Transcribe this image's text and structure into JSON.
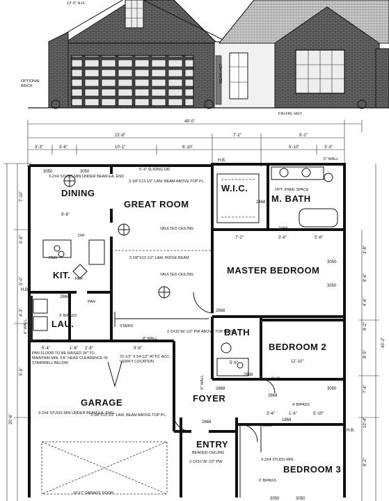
{
  "elevation": {
    "top_note": "12'-0\" H.H.",
    "optional_brick": [
      "OPTIONAL",
      "BRICK"
    ],
    "beam_label": "BEAM HGT",
    "finish_note": "FIN.FIN. HGT"
  },
  "dimensions": {
    "overall_width": "49'-0\"",
    "overall_depth": "43'-2\"",
    "top_row": [
      "23'-8\"",
      "7'-2\"",
      "9'-2\""
    ],
    "second_row": [
      "3'-3\"",
      "3'-6\"",
      "10'-1\"",
      "6'-10\"",
      "5'-10\"",
      "3'-3\""
    ],
    "left_side": [
      "7'-10\"",
      "9'-8\"",
      "5'-0\"",
      "4'-3\"",
      "5'-5\"",
      "20'-6\""
    ],
    "right_side": [
      "3'-8\"",
      "8'-6\"",
      "4'-6\"",
      "8'-2\"",
      "8'-5\"",
      "7'-4\"",
      "10'-4\"",
      "6'-2\""
    ],
    "interior": [
      "9'-8\"",
      "7'-2\"",
      "3'-6\"",
      "5'-8\"",
      "5'-4\"",
      "1'-8\"",
      "2'-8\"",
      "9'-8\"",
      "12'-10\"",
      "5'-6\"",
      "2'-4\"",
      "3'-4\"",
      "1'-6\"",
      "5'-10\""
    ],
    "hb_left": "H.B.",
    "hb_mbath": "H.B.",
    "hb_bed3": "H.B."
  },
  "rooms": {
    "dining": "DINING",
    "great_room": "GREAT ROOM",
    "kit": "KIT.",
    "lau": "LAU.",
    "wic": "W.I.C.",
    "mbath": "M. BATH",
    "master_bedroom": "MASTER BEDROOM",
    "bath": "BATH",
    "bedroom2": "BEDROOM 2",
    "garage": "GARAGE",
    "foyer": "FOYER",
    "entry": "ENTRY",
    "bedroom3": "BEDROOM 3"
  },
  "notes": {
    "dining_studs": "3-2X4 STUDS MIN UNDER BEAM EA. END",
    "sliding_dr": "5'-4\" SLIDING DR",
    "lam_beam_top": "3 1/8\"X13 1/2\" LAM. BEAM ABOVE TOP PL.",
    "vaulted1": "VAULTED CEILING",
    "ridge_beam": "3 1/8\"X13 1/2\" LAM. RIDGE BEAM",
    "vaulted2": "VAULTED CEILING",
    "opt_knee": "OPT. KNEE SPACE",
    "stairs": "STAIRS",
    "wall_6": "6\" WALL",
    "wall_8": "8\" WALL",
    "wall_6_left": "6\" WALL",
    "wall_6_foyer": "6\" WALL",
    "pan_floor": "PAN FLOOR TO BE RAISED 24\" TO MAINTAIN MIN. 6'8\" HEAD CLEARENCE IN STAIRWELL BELOW",
    "attic_acc": "22-1/2\" X 54-1/2\" ATTIC ACC. VERIFY LOCATION",
    "header": "2-2X10 W/ 1/2\" PW ABOVE TOP PLATE",
    "garage_studs": "3-2X4 STUDS MIN UNDER BEAM EA. END",
    "garage_beam": "3 1/8\"X13 1/2\" LAM. BEAM ABOVE TOP PL.",
    "entry_ceiling": "BEADED CEILING",
    "entry_header": "2-2X10 W/ 1/2\" PW",
    "bed3_studs": "3-2X4 STUDS MIN.",
    "garage_door": "16'X7' GARAGE DOOR",
    "bipass_1": "3' BIPASS",
    "bipass_2": "4' BIPASS",
    "bipass_3": "6' BIPASS",
    "dw": "DW",
    "rng": "RNG",
    "ref": "REF.",
    "pan": "PAN"
  },
  "openings": {
    "d3050a": "3050",
    "d3050b": "3050",
    "d3050c": "3050",
    "d3050d": "3050",
    "d3050e": "3050",
    "d3050f": "3050",
    "d3050g": "3050",
    "d2468a": "2468",
    "d2468b": "2468",
    "d2668a": "2668",
    "d2668b": "2668",
    "d2668c": "2668",
    "d2668d": "2668",
    "d2668e": "2668",
    "d2668f": "2668",
    "d1868": "1868",
    "d2868": "2868",
    "d2868b": "2868"
  }
}
